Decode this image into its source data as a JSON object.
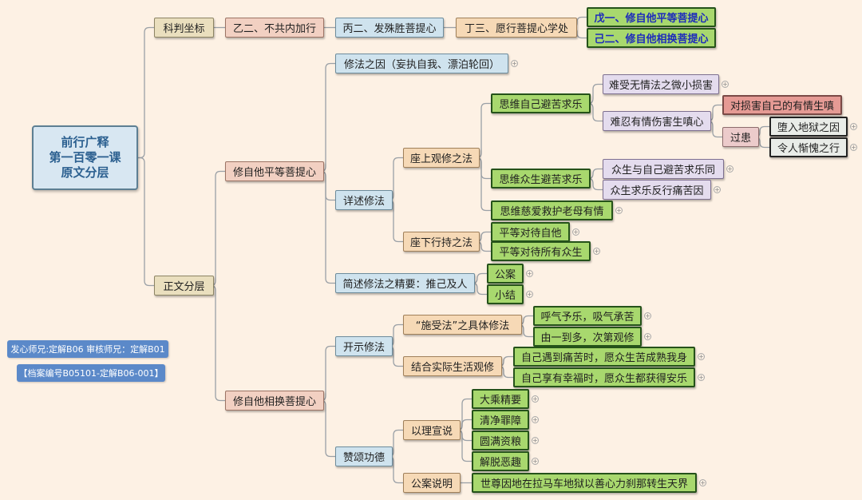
{
  "root": {
    "line1": "前行广释",
    "line2": "第一百零一课",
    "line3": "原文分层"
  },
  "n": {
    "kepan": "科判坐标",
    "yier": "乙二、不共内加行",
    "binger": "丙二、发殊胜菩提心",
    "dingsan": "丁三、愿行菩提心学处",
    "wuyi": "戊一、修自他平等菩提心",
    "jier": "己二、修自他相换菩提心",
    "zhengwen": "正文分层",
    "pingdeng": "修自他平等菩提心",
    "xiangfa": "修法之因（妄执自我、漂泊轮回）",
    "xiangshu": "详述修法",
    "zuoshang": "座上观修之法",
    "siwei_zi": "思维自己避苦求乐",
    "nanshou": "难受无情法之微小损害",
    "nanren": "难忍有情伤害生嗔心",
    "duisunhai": "对损害自己的有情生嗔",
    "guoe": "过患",
    "duoru": "堕入地狱之因",
    "lingren": "令人惭愧之行",
    "siwei_zhong": "思维众生避苦求乐",
    "zhongsheng_tong": "众生与自己避苦求乐同",
    "zhongsheng_fan": "众生求乐反行痛苦因",
    "siwei_cibei": "思维慈爱救护老母有情",
    "zuoxia": "座下行持之法",
    "pd_zita": "平等对待自他",
    "pd_suoyou": "平等对待所有众生",
    "jianshu": "简述修法之精要：推己及人",
    "gongan": "公案",
    "xiaojie": "小结",
    "xiangHuan": "修自他相换菩提心",
    "kaishi": "开示修法",
    "shishou": "“施受法”之具体修法",
    "huqi": "呼气予乐，吸气承苦",
    "youyi": "由一到多，次第观修",
    "jiehe": "结合实际生活观修",
    "tongku": "自己遇到痛苦时，愿众生苦成熟我身",
    "xingfu": "自己享有幸福时，愿众生都获得安乐",
    "zansong": "赞颂功德",
    "yili": "以理宣说",
    "dacheng": "大乘精要",
    "qingjing": "清净罪障",
    "yuanman": "圆满资粮",
    "jietuo": "解脱恶趣",
    "gongan_sm": "公案说明",
    "shizun": "世尊因地在拉马车地狱以善心力刹那转生天界"
  },
  "badges": {
    "credit": "发心师兄:定解B06 审核师兄：定解B01",
    "archive": "【档案编号B05101-定解B06-001】"
  },
  "colors": {
    "line": "#9aa0a6",
    "root_text": "#2c6090",
    "badge": "#5b89c9"
  }
}
